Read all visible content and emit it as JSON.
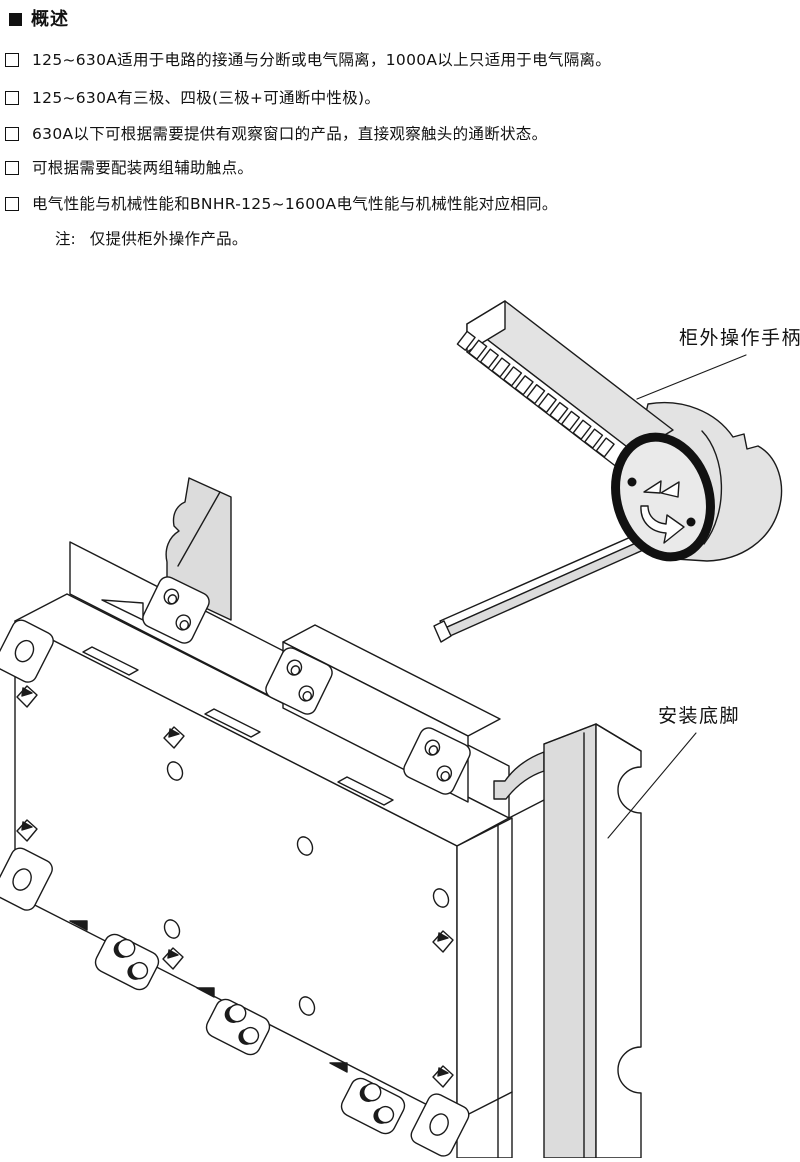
{
  "section": {
    "marker_icon": "filled-square",
    "title": "概述"
  },
  "bullets": {
    "marker_icon": "hollow-square",
    "items": [
      "125~630A适用于电路的接通与分断或电气隔离，1000A以上只适用于电气隔离。",
      "125~630A有三极、四极(三极+可通断中性极)。",
      "630A以下可根据需要提供有观察窗口的产品，直接观察触头的通断状态。",
      "可根据需要配装两组辅助触点。",
      "电气性能与机械性能和BNHR-125~1600A电气性能与机械性能对应相同。"
    ]
  },
  "note": {
    "label": "注:",
    "text": "仅提供柜外操作产品。"
  },
  "figure": {
    "handle_label": "柜外操作手柄",
    "foot_label": "安装底脚"
  },
  "colors": {
    "ink": "#1b1b1b",
    "plate_gray": "#dcdcdc",
    "handle_gray": "#e3e3e3"
  }
}
